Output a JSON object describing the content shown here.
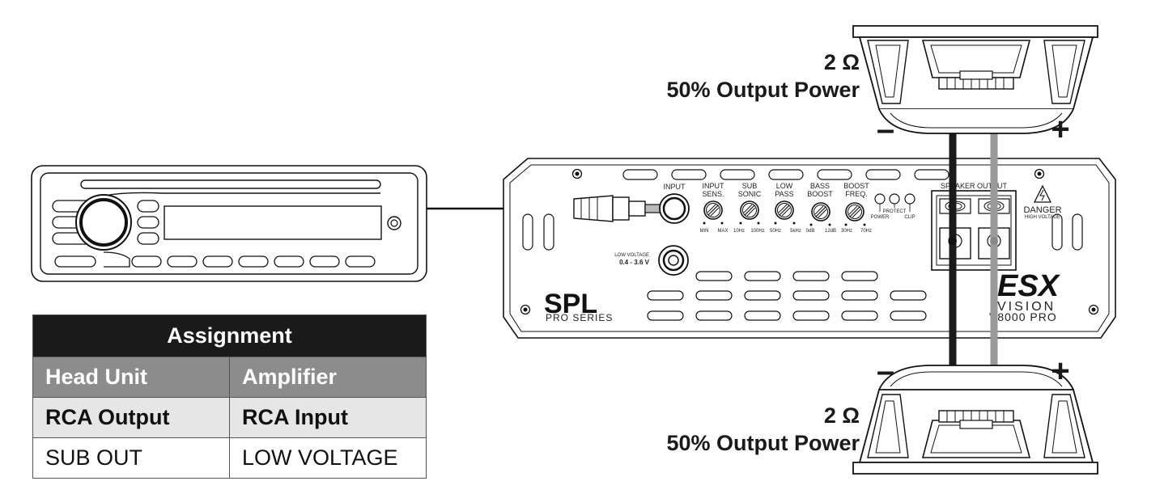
{
  "head_unit": {},
  "amplifier": {
    "panel_labels": {
      "input": "INPUT",
      "input_sens_1": "INPUT",
      "input_sens_2": "SENS.",
      "sub_sonic_1": "SUB",
      "sub_sonic_2": "SONIC",
      "low_pass_1": "LOW",
      "low_pass_2": "PASS",
      "bass_boost_1": "BASS",
      "bass_boost_2": "BOOST",
      "boost_freq_1": "BOOST",
      "boost_freq_2": "FREQ.",
      "power": "POWER",
      "protect": "PROTECT",
      "clip": "CLIP",
      "speaker_output": "SPEAKER OUTPUT",
      "danger": "DANGER",
      "high_voltage": "HIGH VOLTAGE",
      "low_voltage_1": "LOW VOLTAGE",
      "low_voltage_2": "0.4 - 3.6 V"
    },
    "scale_labels": {
      "min": "MIN",
      "max": "MAX",
      "hz10": "10Hz",
      "hz100": "100Hz",
      "hz50": "50Hz",
      "khz5": "5kHz",
      "db0": "0dB",
      "db12": "12dB",
      "hz30": "30Hz",
      "hz70": "70Hz"
    },
    "brand": {
      "spl": "SPL",
      "pro_series": "PRO SERIES",
      "esx": "ESX",
      "vision": "VISION",
      "model": "V8000 PRO"
    }
  },
  "speakers": {
    "top": {
      "impedance": "2 Ω",
      "power": "50% Output Power",
      "minus": "–",
      "plus": "+"
    },
    "bottom": {
      "impedance": "2 Ω",
      "power": "50% Output Power",
      "minus": "–",
      "plus": "+"
    }
  },
  "table": {
    "title": "Assignment",
    "headers": [
      "Head Unit",
      "Amplifier"
    ],
    "subheaders": [
      "RCA Output",
      "RCA Input"
    ],
    "rows": [
      [
        "SUB OUT",
        "LOW VOLTAGE"
      ]
    ]
  },
  "colors": {
    "wire_negative": "#1a1a1a",
    "wire_positive": "#9a9a9a",
    "table_title_bg": "#1a1a1a",
    "table_header_bg": "#8c8c8c",
    "table_subheader_bg": "#e6e6e6"
  }
}
